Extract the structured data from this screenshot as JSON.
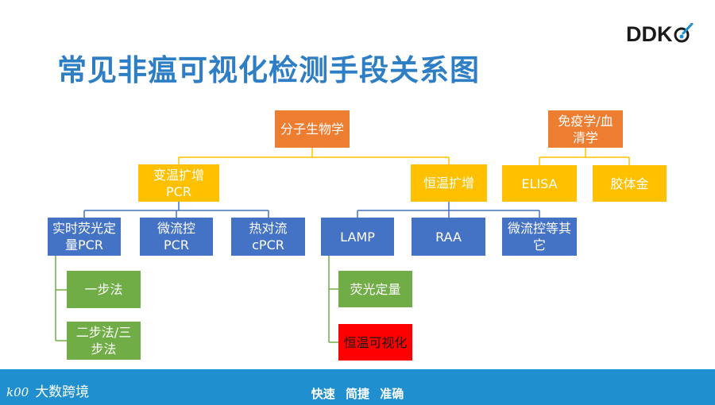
{
  "title": "常见非瘟可视化检测手段关系图",
  "logo": {
    "text": "DDK",
    "icon": "dropper-icon",
    "accent": "#1f8fcf"
  },
  "nodes": {
    "molecular": "分子生物学",
    "immuno": "免疫学/血\n清学",
    "variable_temp_pcr": "变温扩增\nPCR",
    "isothermal": "恒温扩增",
    "elisa": "ELISA",
    "colloidal_gold": "胶体金",
    "realtime_pcr": "实时荧光定\n量PCR",
    "micro_pcr": "微流控\nPCR",
    "cpcr": "热对流\ncPCR",
    "lamp": "LAMP",
    "raa": "RAA",
    "micro_other": "微流控等其\n它",
    "one_step": "一步法",
    "two_three_step": "二步法/三\n步法",
    "fluorescence": "荧光定量",
    "iso_visual": "恒温可视化"
  },
  "colors": {
    "orange": "#ed7d31",
    "yellow": "#ffc000",
    "blue": "#4472c4",
    "green": "#70ad47",
    "red": "#ff0000",
    "footer": "#1f8fcf",
    "title": "#2e7ec5"
  },
  "footer": {
    "brand": "大数跨境",
    "brand_mark": "k00",
    "slogan": "快速 简捷 准确"
  }
}
